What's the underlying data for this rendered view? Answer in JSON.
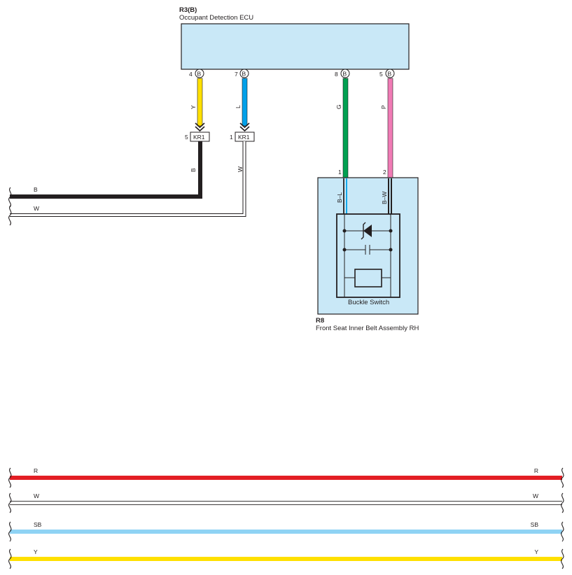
{
  "ecu": {
    "code": "R3(B)",
    "name": "Occupant Detection ECU",
    "fill_color": "#c9e8f7",
    "pins": [
      {
        "number": "4",
        "connector": "B"
      },
      {
        "number": "7",
        "connector": "B"
      },
      {
        "number": "8",
        "connector": "B"
      },
      {
        "number": "5",
        "connector": "B"
      }
    ]
  },
  "junctions": [
    {
      "pin": "5",
      "label": "KR1"
    },
    {
      "pin": "1",
      "label": "KR1"
    }
  ],
  "wires": {
    "y_top": "Y",
    "l_top": "L",
    "g": "G",
    "p": "P",
    "b_vertical": "B",
    "w_vertical": "W",
    "b_horizontal": "B",
    "w_horizontal": "W",
    "b_l": "B–L",
    "b_w": "B–W"
  },
  "seat_belt": {
    "code": "R8",
    "name": "Front Seat Inner Belt Assembly RH",
    "pin1": "1",
    "pin2": "2",
    "switch_label": "Buckle Switch",
    "fill_color": "#c9e8f7"
  },
  "bus_lines": [
    {
      "label_left": "R",
      "label_right": "R",
      "color": "#e31e24"
    },
    {
      "label_left": "W",
      "label_right": "W",
      "color": "#ffffff"
    },
    {
      "label_left": "SB",
      "label_right": "SB",
      "color": "#8fd3f4"
    },
    {
      "label_left": "Y",
      "label_right": "Y",
      "color": "#ffe000"
    }
  ],
  "colors": {
    "yellow": "#ffe000",
    "blue": "#00a0e9",
    "green": "#00a051",
    "pink": "#f07bb5",
    "black": "#231f20"
  }
}
